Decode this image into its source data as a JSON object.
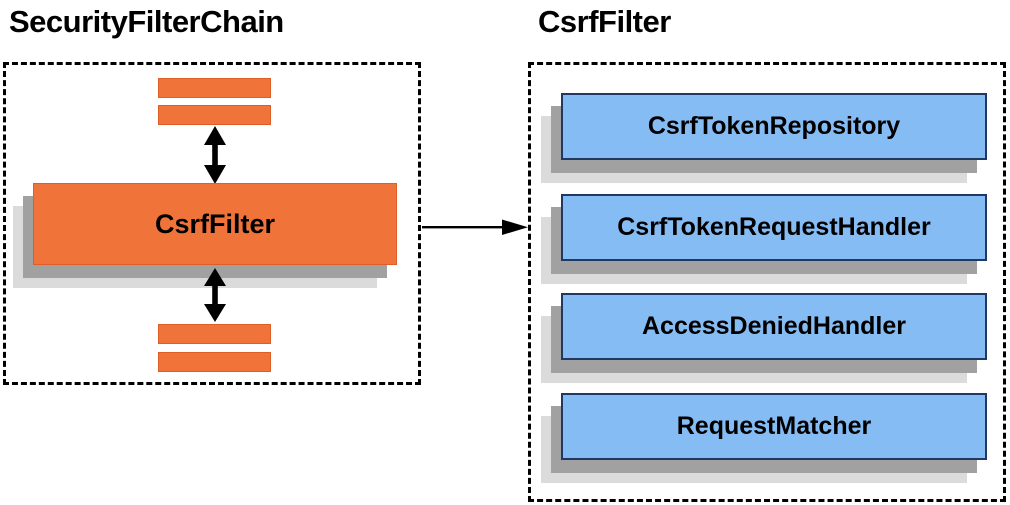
{
  "left_panel": {
    "title": "SecurityFilterChain",
    "filter_box_label": "CsrfFilter"
  },
  "right_panel": {
    "title": "CsrfFilter",
    "components": [
      {
        "label": "CsrfTokenRepository"
      },
      {
        "label": "CsrfTokenRequestHandler"
      },
      {
        "label": "AccessDeniedHandler"
      },
      {
        "label": "RequestMatcher"
      }
    ]
  },
  "colors": {
    "orange_fill": "#F0743A",
    "orange_border": "#DE5F26",
    "blue_fill": "#85BCF4",
    "blue_border": "#1F3864",
    "shadow_dark": "#A1A1A1",
    "shadow_light": "#DBDBDB",
    "arrow_color": "#000000"
  }
}
